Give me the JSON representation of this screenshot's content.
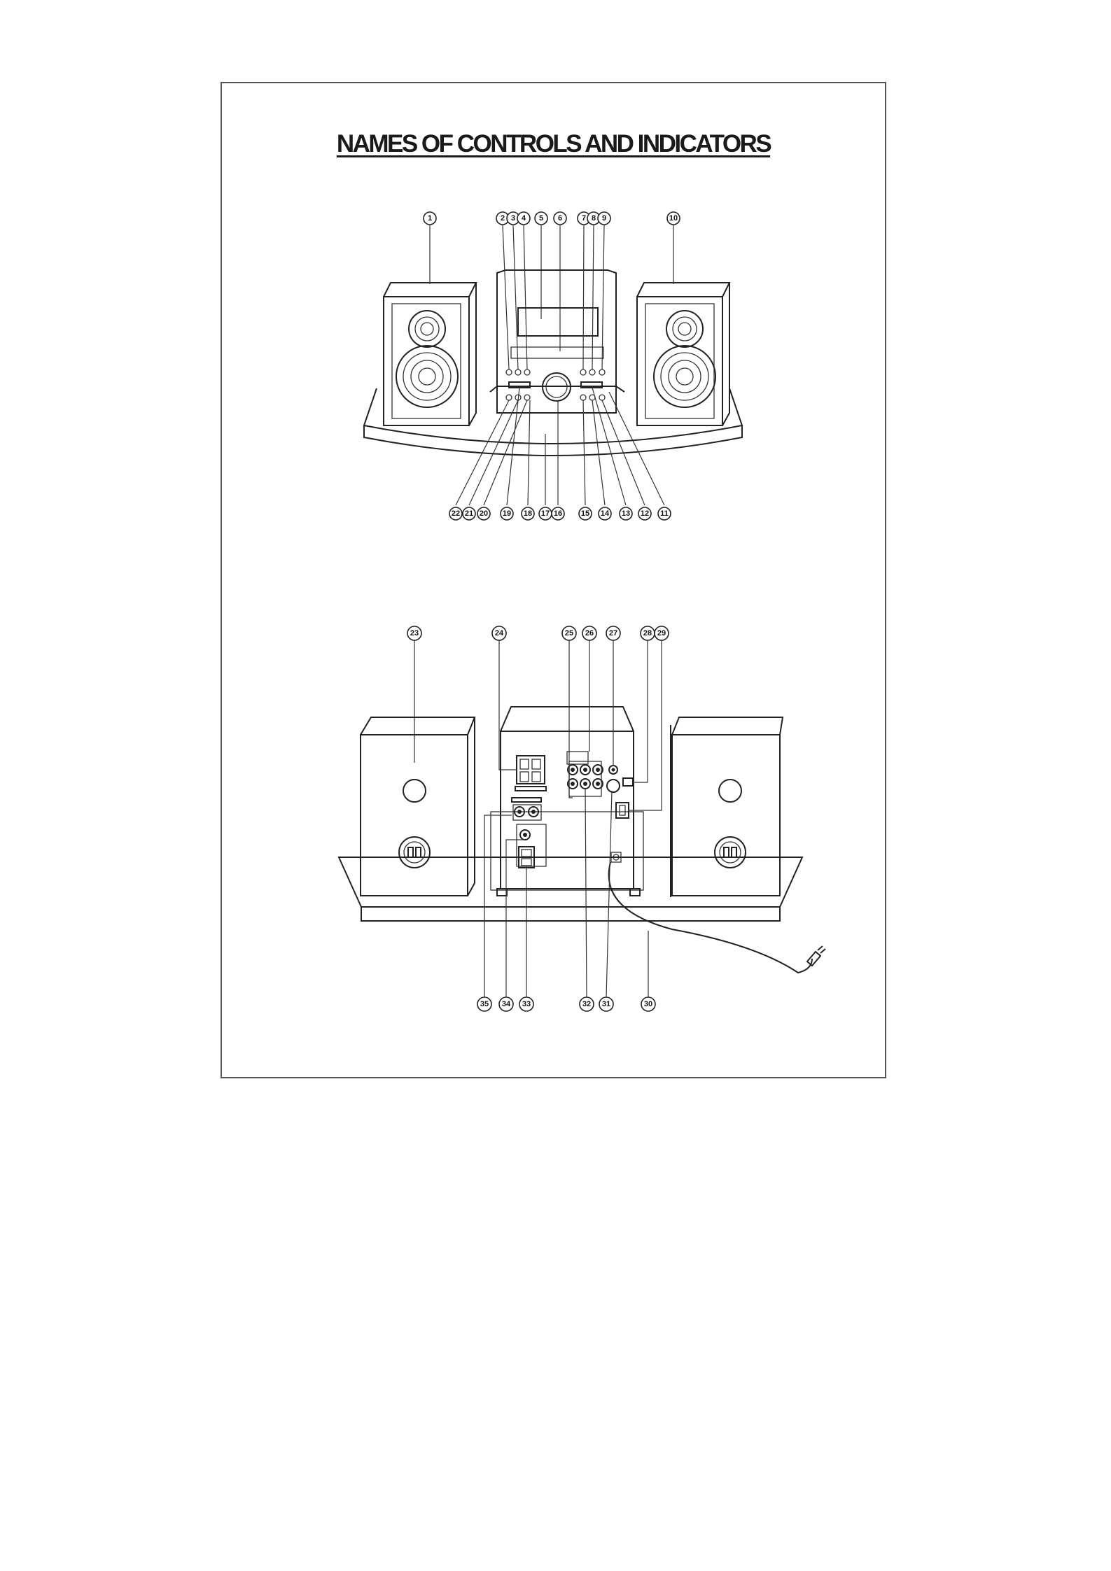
{
  "page": {
    "title": "NAMES OF CONTROLS AND INDICATORS"
  },
  "front_view": {
    "top_callouts": [
      "1",
      "2",
      "3",
      "4",
      "5",
      "6",
      "7",
      "8",
      "9",
      "10"
    ],
    "bottom_callouts": [
      "22",
      "21",
      "20",
      "19",
      "18",
      "17",
      "16",
      "15",
      "14",
      "13",
      "12",
      "11"
    ]
  },
  "rear_view": {
    "top_callouts": [
      "23",
      "24",
      "25",
      "26",
      "27",
      "28",
      "29"
    ],
    "bottom_callouts": [
      "35",
      "34",
      "33",
      "32",
      "31",
      "30"
    ]
  },
  "colors": {
    "line": "#222222",
    "frame": "#555555",
    "background": "#ffffff"
  }
}
